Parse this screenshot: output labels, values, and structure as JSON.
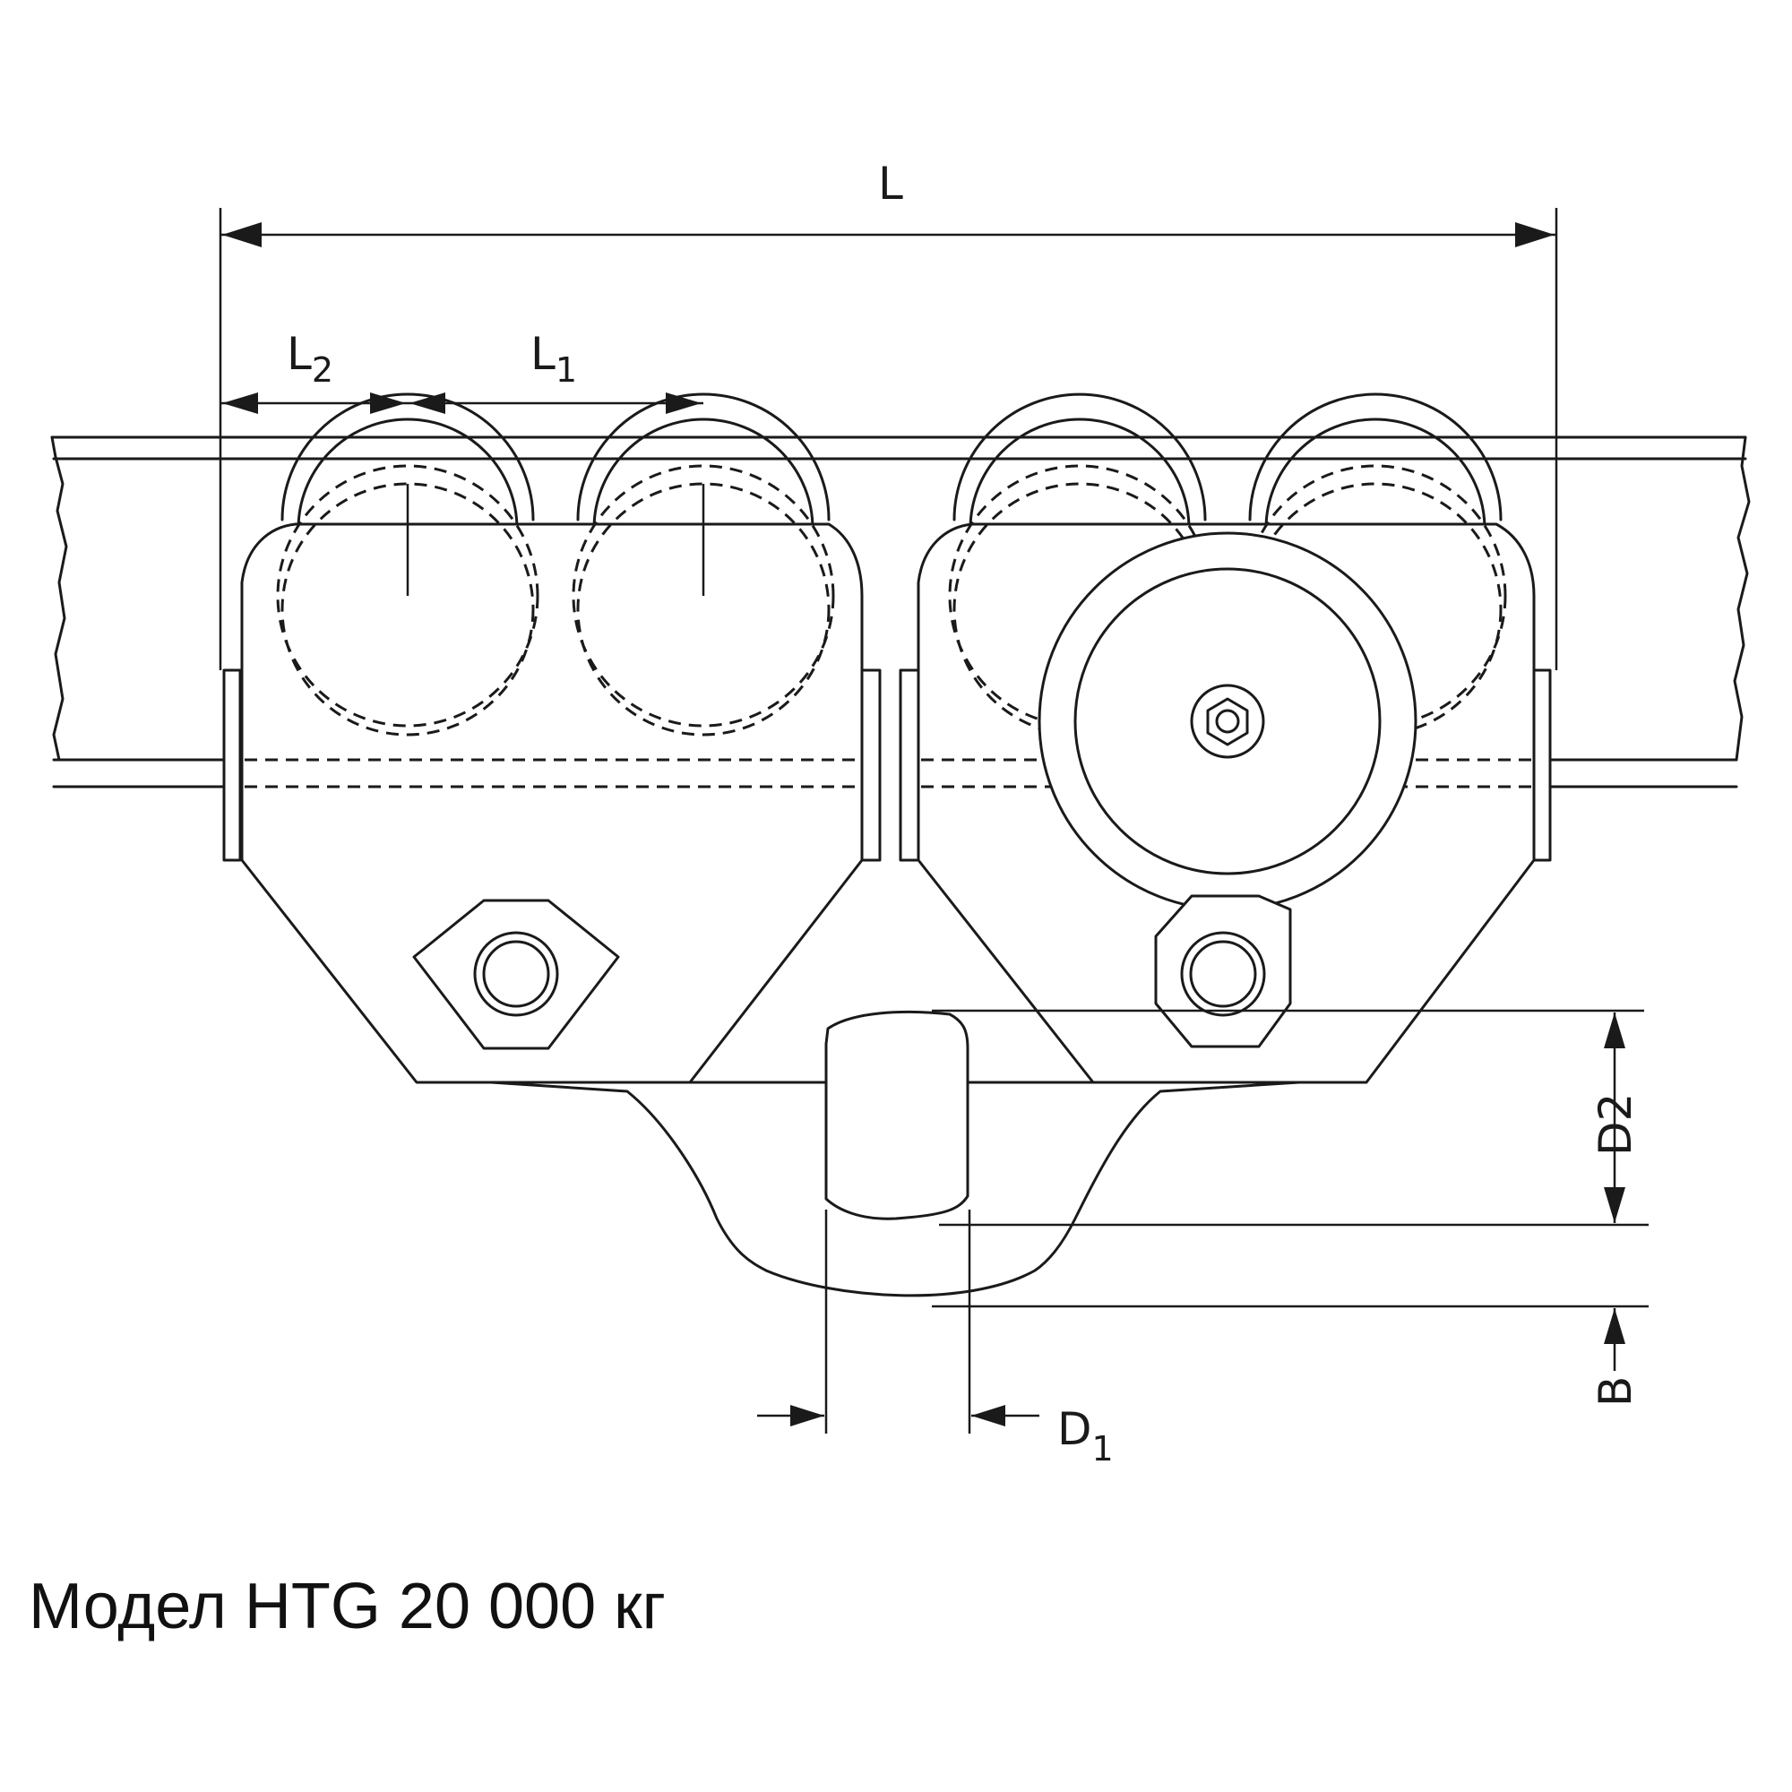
{
  "labels": {
    "L": "L",
    "L1_main": "L",
    "L1_sub": "1",
    "L2_main": "L",
    "L2_sub": "2",
    "D1_main": "D",
    "D1_sub": "1",
    "D2": "D2",
    "B": "B"
  },
  "caption": "Модел HTG 20 000 кг"
}
